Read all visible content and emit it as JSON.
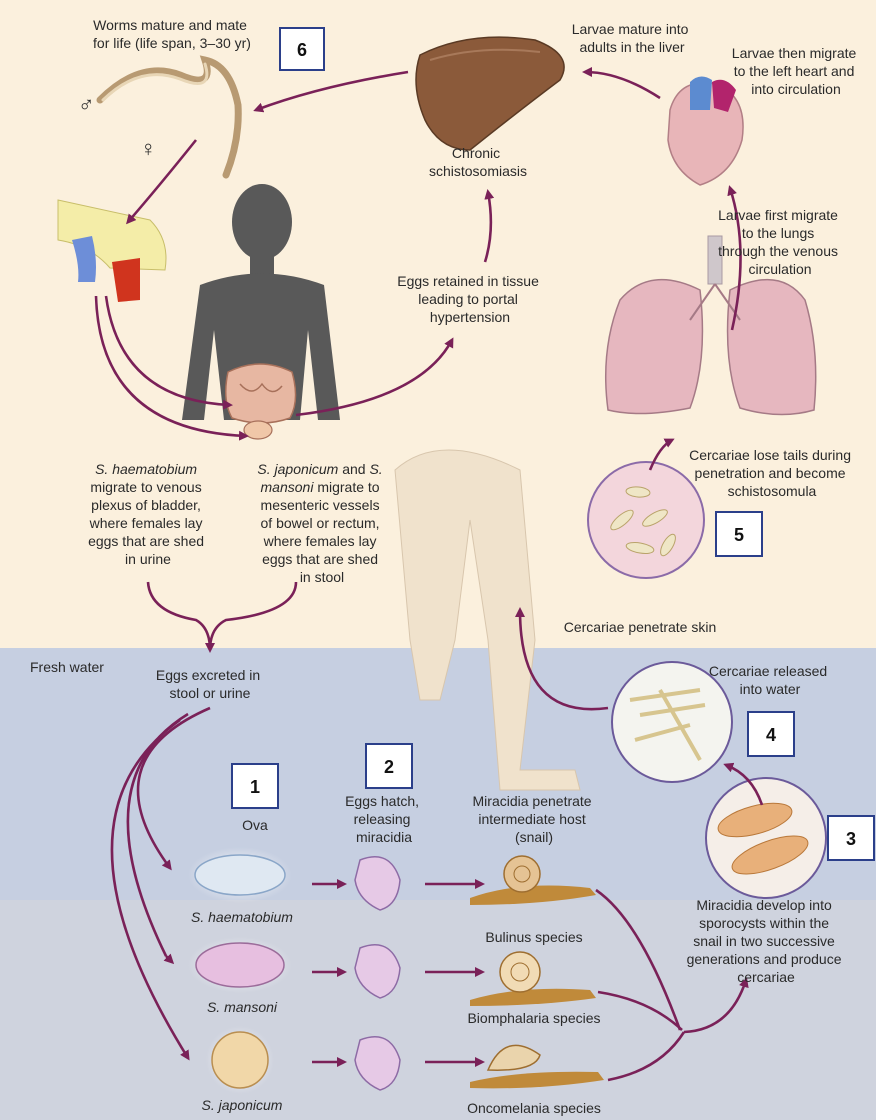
{
  "colors": {
    "land_bg": "#fbf0dd",
    "water_bg": "#c6cfe1",
    "arrow": "#7a2158",
    "step_box_border": "#2b3f8a",
    "body_silhouette": "#595959",
    "liver": "#8b5a3a",
    "lung": "#e6b7bf",
    "snail": "#c08a3a"
  },
  "icons": [
    "male-symbol-icon",
    "female-symbol-icon",
    "snail-icon",
    "egg-icon",
    "liver-icon",
    "heart-icon",
    "lungs-icon",
    "worms-icon",
    "human-silhouette-icon"
  ],
  "steps": [
    "1",
    "2",
    "3",
    "4",
    "5",
    "6"
  ],
  "labels": {
    "worms": [
      "Worms mature and mate",
      "for life (life span, 3–30 yr)"
    ],
    "larvae_liver": [
      "Larvae mature into",
      "adults in the liver"
    ],
    "larvae_heart": [
      "Larvae then migrate",
      "to the left heart and",
      "into circulation"
    ],
    "chronic": [
      "Chronic",
      "schistosomiasis"
    ],
    "larvae_lungs": [
      "Larvae first migrate",
      "to the lungs",
      "through the venous",
      "circulation"
    ],
    "eggs_retained": [
      "Eggs retained in tissue",
      "leading to portal",
      "hypertension"
    ],
    "cercariae_lose": [
      "Cercariae lose tails during",
      "penetration and become",
      "schistosomula"
    ],
    "haematobium_species": "S. haematobium",
    "haematobium_rest": [
      "migrate to venous",
      "plexus of bladder,",
      "where females lay",
      "eggs that are shed",
      "in urine"
    ],
    "japonicum_species_1": "S. japonicum",
    "japonicum_and": " and ",
    "japonicum_species_2": "S.",
    "japonicum_species_3": "mansoni",
    "japonicum_rest_first": " migrate to",
    "japonicum_rest": [
      "mesenteric vessels",
      "of bowel or rectum,",
      "where females lay",
      "eggs that are shed",
      "in stool"
    ],
    "cercariae_penetrate": "Cercariae penetrate skin",
    "fresh_water": "Fresh water",
    "eggs_excreted": [
      "Eggs excreted in",
      "stool or urine"
    ],
    "cercariae_released": [
      "Cercariae released",
      "into water"
    ],
    "ova": "Ova",
    "eggs_hatch": [
      "Eggs hatch,",
      "releasing",
      "miracidia"
    ],
    "miracidia_penetrate": [
      "Miracidia penetrate",
      "intermediate host",
      "(snail)"
    ],
    "miracidia_develop": [
      "Miracidia develop into",
      "sporocysts within the",
      "snail in two successive",
      "generations and produce",
      "cercariae"
    ],
    "ova_species": [
      "S. haematobium",
      "S. mansoni",
      "S. japonicum"
    ],
    "snail_species": [
      "Bulinus species",
      "Biomphalaria species",
      "Oncomelania species"
    ],
    "male_symbol": "♂",
    "female_symbol": "♀"
  }
}
